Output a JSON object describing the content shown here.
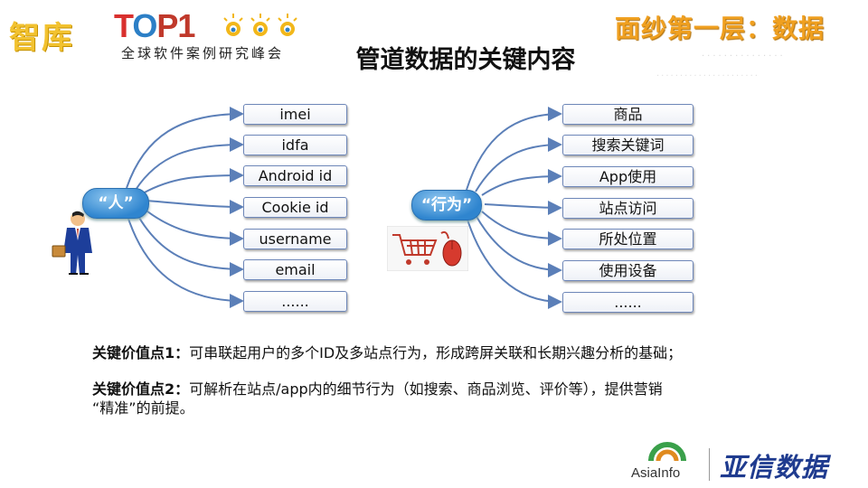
{
  "header": {
    "logo_main": "智库",
    "logo_top_t": "T",
    "logo_top_o": "O",
    "logo_top_rest": "P1",
    "logo_sub": "全球软件案例研究峰会",
    "section": "面纱第一层：数据",
    "faint_line1": "...............",
    "faint_line2": "......................"
  },
  "title": "管道数据的关键内容",
  "left": {
    "node": "“人”",
    "items": [
      "imei",
      "idfa",
      "Android id",
      "Cookie id",
      "username",
      "email",
      "......"
    ]
  },
  "right": {
    "node": "“行为”",
    "items": [
      "商品",
      "搜索关键词",
      "App使用",
      "站点访问",
      "所处位置",
      "使用设备",
      "......"
    ]
  },
  "notes": {
    "note1_label": "关键价值点1：",
    "note1_text": "可串联起用户的多个ID及多站点行为，形成跨屏关联和长期兴趣分析的基础；",
    "note2_label": "关键价值点2：",
    "note2_text": "可解析在站点/app内的细节行为（如搜索、商品浏览、评价等），提供营销",
    "note2_text_cont": "“精准”的前提。"
  },
  "footer": {
    "asiainfo": "AsiaInfo",
    "brand": "亚信数据"
  },
  "colors": {
    "connector": "#5b7fb8",
    "node_blue": "#2f85cf",
    "section_orange": "#f0a020",
    "brand_blue": "#1f3b8f"
  }
}
